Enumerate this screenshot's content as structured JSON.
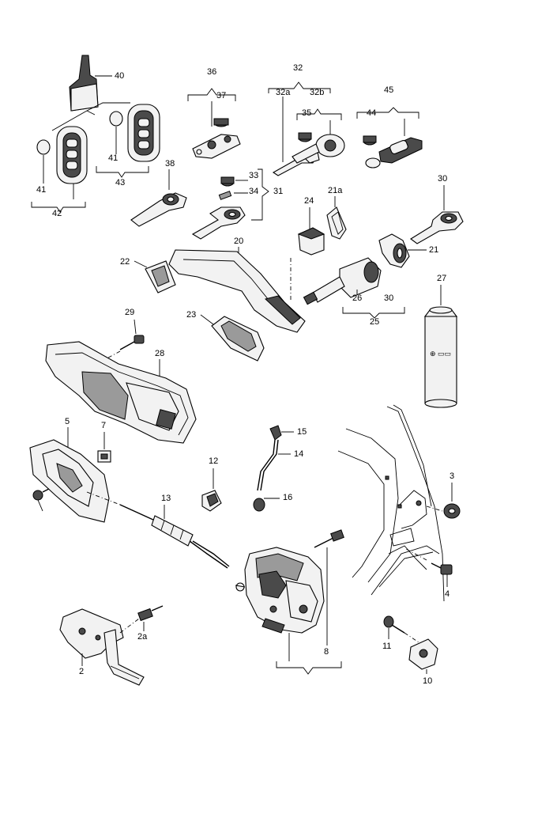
{
  "labels": {
    "l40": "40",
    "l36": "36",
    "l37": "37",
    "l32": "32",
    "l32a": "32a",
    "l32b": "32b",
    "l35": "35",
    "l45": "45",
    "l44": "44",
    "l41a": "41",
    "l41b": "41",
    "l42": "42",
    "l43": "43",
    "l38": "38",
    "l33": "33",
    "l34": "34",
    "l31": "31",
    "l30a": "30",
    "l24": "24",
    "l21a": "21a",
    "l20": "20",
    "l22": "22",
    "l21": "21",
    "l27": "27",
    "l26": "26",
    "l30b": "30",
    "l25": "25",
    "l29": "29",
    "l23": "23",
    "l28": "28",
    "l5": "5",
    "l7": "7",
    "l15": "15",
    "l14": "14",
    "l12": "12",
    "l16": "16",
    "l13": "13",
    "l3": "3",
    "l4": "4",
    "l2a": "2a",
    "l11": "11",
    "l8": "8",
    "l2": "2",
    "l10": "10"
  }
}
